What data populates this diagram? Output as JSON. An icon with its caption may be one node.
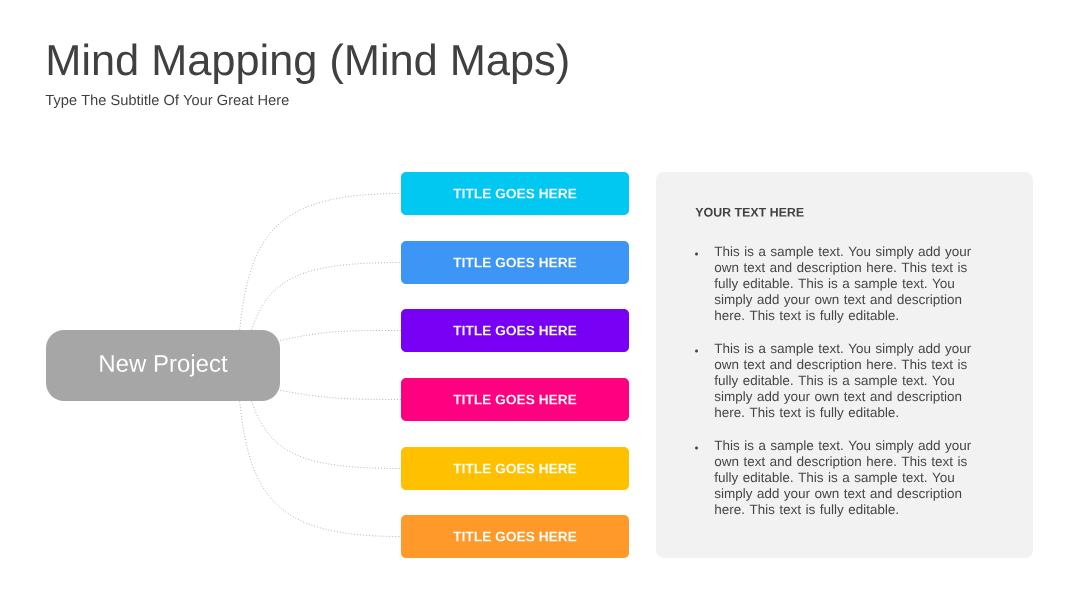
{
  "diagram": {
    "title": "Mind Mapping (Mind Maps)",
    "nodes": [
      {
        "text": [
          "New Project"
        ]
      },
      {
        "text": [
          "TITLE GOES HERE"
        ]
      },
      {
        "text": [
          "TITLE GOES HERE"
        ]
      },
      {
        "text": [
          "TITLE GOES HERE"
        ]
      },
      {
        "text": [
          "TITLE GOES HERE"
        ]
      },
      {
        "text": [
          "TITLE GOES HERE"
        ]
      },
      {
        "text": [
          "TITLE GOES HERE"
        ]
      },
      {
        "text": [
          "YOUR TEXT HERE",
          "This is a sample text. You simply add your own text and description here. This text is fully editable. This is a sample text. You simply add your own text and description here. This text is fully editable.",
          "This is a sample text. You simply add your own text and description here. This text is fully editable. This is a sample text. You simply add your own text and description here. This text is fully editable.",
          "This is a sample text. You simply add your own text and description here. This text is fully editable. This is a sample text. You simply add your own text and description here. This text is fully editable."
        ]
      }
    ],
    "edges": [
      {
        "from": 0,
        "to": 1,
        "arrow": "none"
      },
      {
        "from": 0,
        "to": 2,
        "arrow": "none"
      },
      {
        "from": 0,
        "to": 3,
        "arrow": "none"
      },
      {
        "from": 0,
        "to": 4,
        "arrow": "none"
      },
      {
        "from": 0,
        "to": 5,
        "arrow": "none"
      },
      {
        "from": 0,
        "to": 6,
        "arrow": "none"
      }
    ],
    "labels": [
      "Type The Subtitle Of Your Great Here"
    ]
  }
}
